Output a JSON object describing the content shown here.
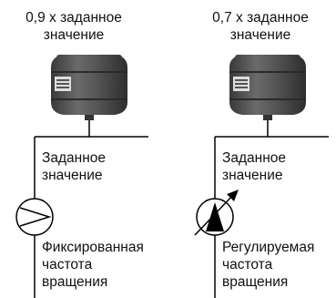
{
  "left": {
    "pressure_label": "0,9 x заданное\nзначение",
    "setpoint_label": "Заданное\nзначение",
    "pump_label": "Фиксированная\nчастота\nвращения"
  },
  "right": {
    "pressure_label": "0,7 x заданное\nзначение",
    "setpoint_label": "Заданное\nзначение",
    "pump_label": "Регулируемая\nчастота\nвращения"
  }
}
